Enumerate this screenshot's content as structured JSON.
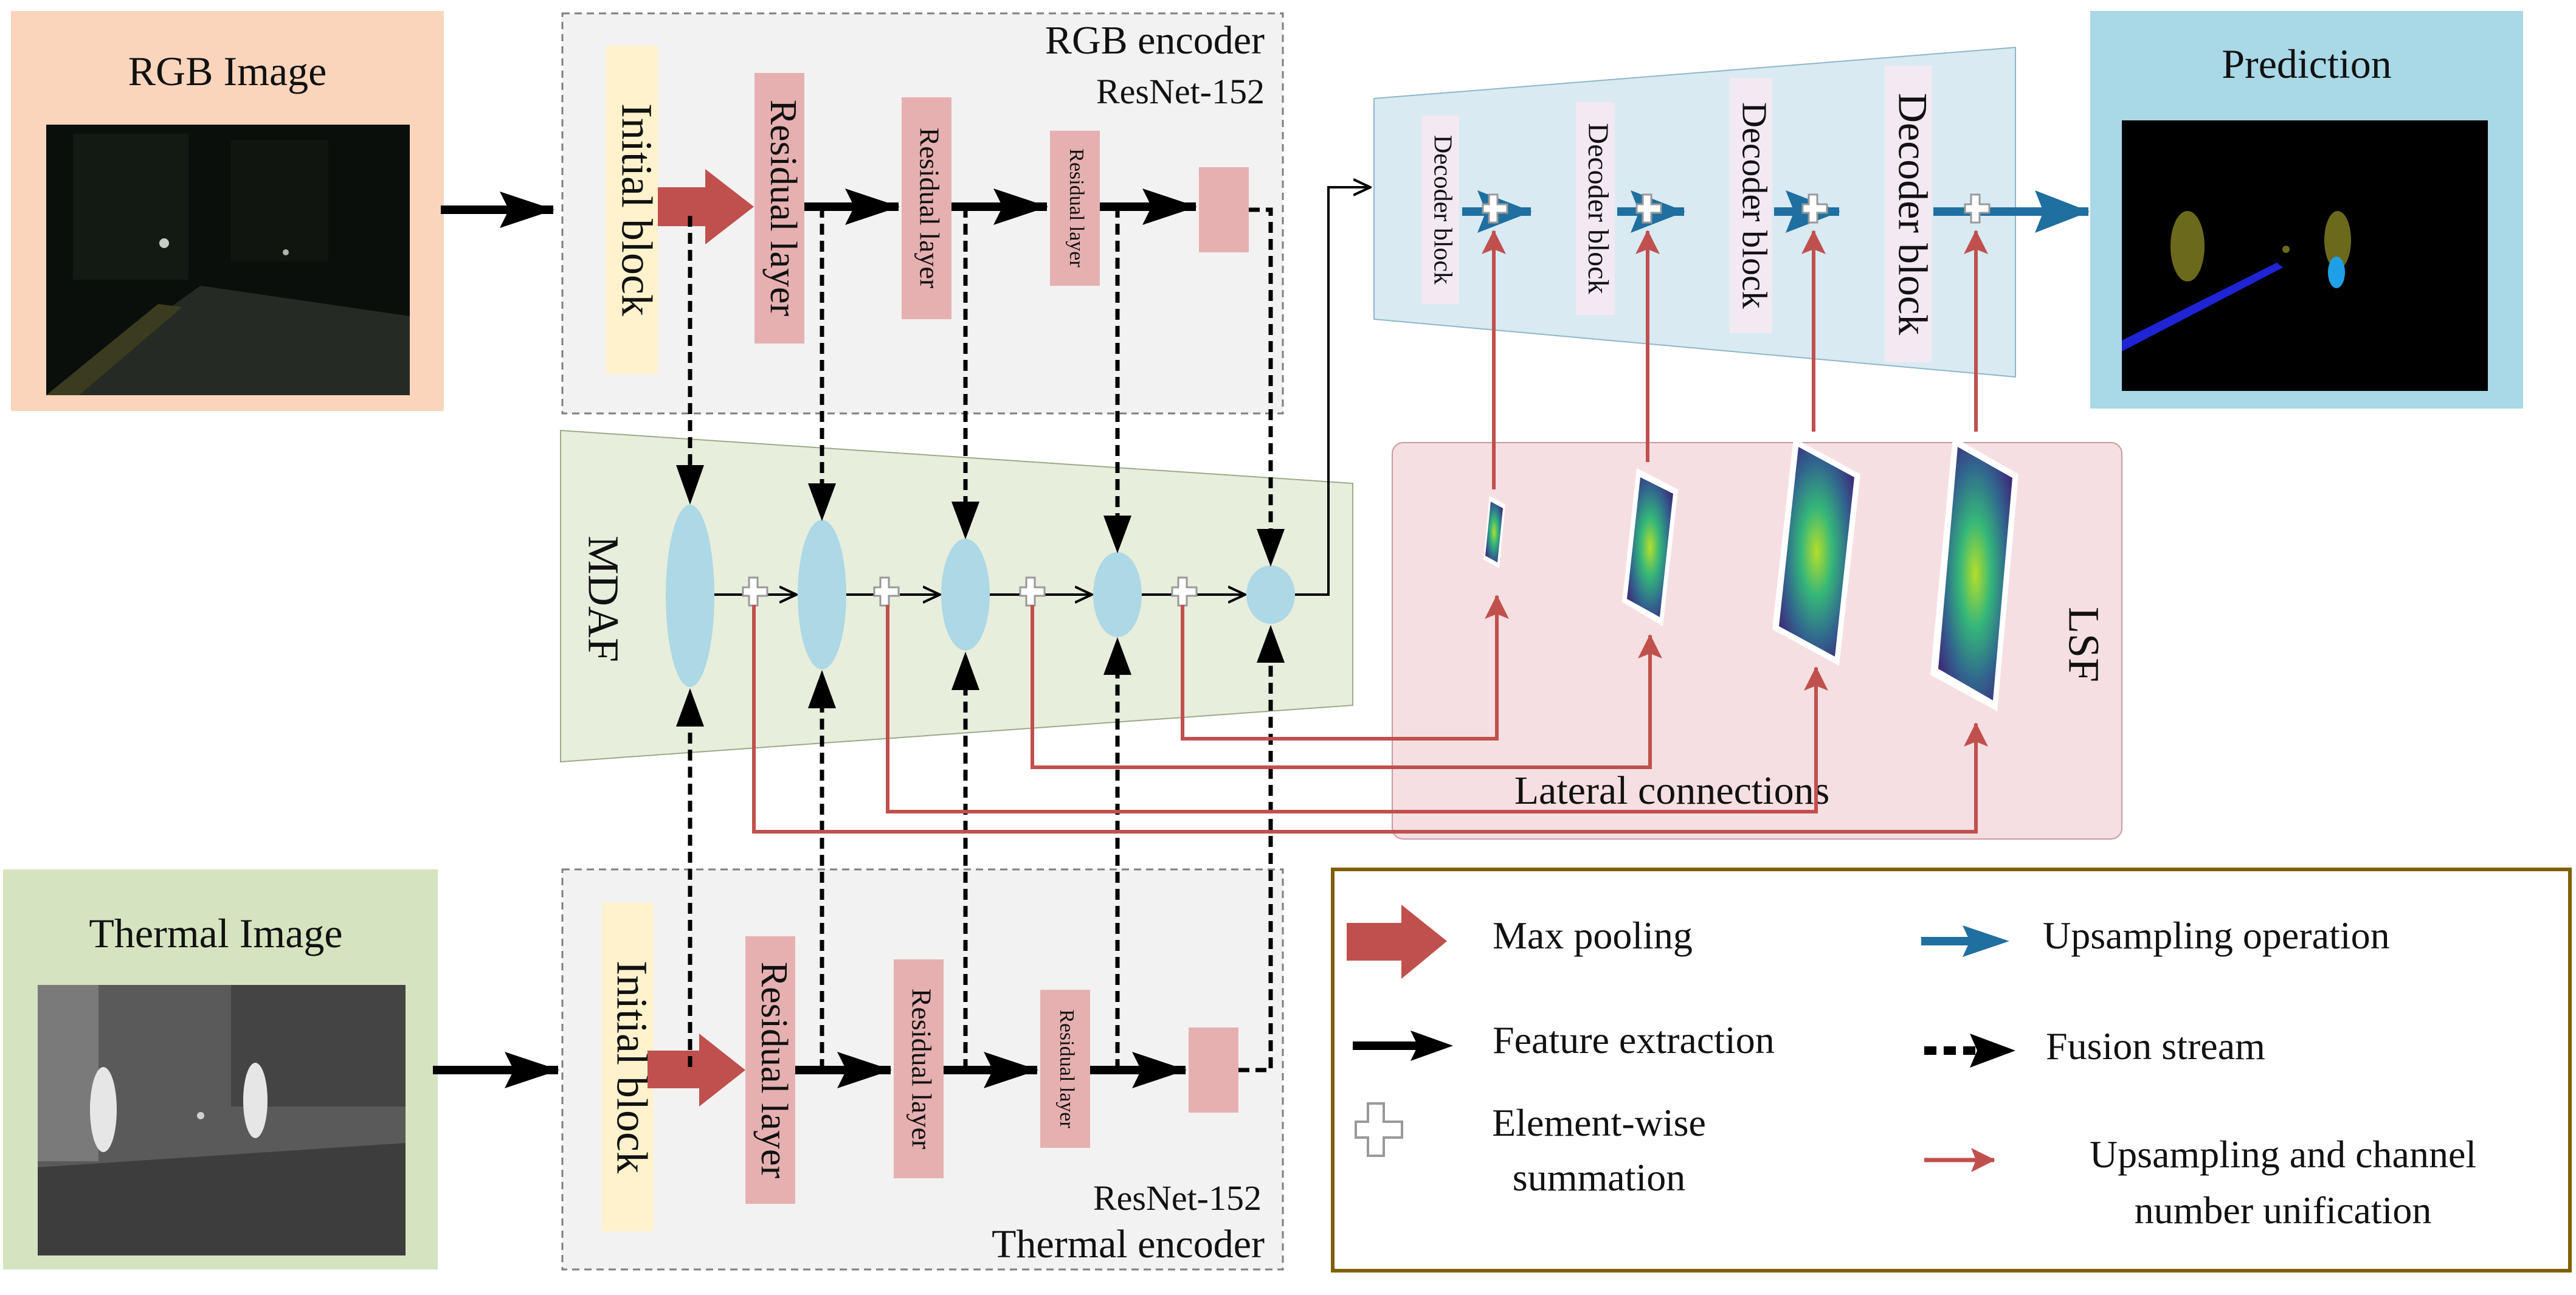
{
  "inputs": {
    "rgb": {
      "title": "RGB Image"
    },
    "thermal": {
      "title": "Thermal Image"
    }
  },
  "rgb_encoder": {
    "title": "RGB encoder",
    "backbone": "ResNet-152",
    "initial_block": "Initial block",
    "residual_label": "Residual layer"
  },
  "thermal_encoder": {
    "title": "Thermal encoder",
    "backbone": "ResNet-152",
    "initial_block": "Initial block",
    "residual_label": "Residual layer"
  },
  "mdaf": {
    "label": "MDAF"
  },
  "decoder": {
    "block_label": "Decoder block"
  },
  "prediction": {
    "title": "Prediction"
  },
  "lsf": {
    "label": "LSF",
    "lateral_label": "Lateral connections"
  },
  "legend": {
    "max_pooling": "Max pooling",
    "feature_extraction": "Feature extraction",
    "summation_line1": "Element-wise",
    "summation_line2": "summation",
    "upsampling_operation": "Upsampling operation",
    "fusion_stream": "Fusion stream",
    "upsampling_channel_line1": "Upsampling and channel",
    "upsampling_channel_line2": "number unification"
  },
  "colors": {
    "rgb_panel": "#fbd5bb",
    "thermal_panel": "#d6e3c0",
    "encoder_box": "#f2f2f2",
    "initial_block": "#fff2cc",
    "residual_block": "#e6b0b0",
    "mdaf_panel": "#e8eedc",
    "ellipse": "#add8e6",
    "decoder_panel": "#d9eaf3",
    "prediction_panel": "#a9d8e6",
    "lsf_panel": "#f6dfe2",
    "red_arrow": "#c0504d",
    "blue_arrow": "#1f6fa0",
    "legend_border": "#7f6000"
  }
}
